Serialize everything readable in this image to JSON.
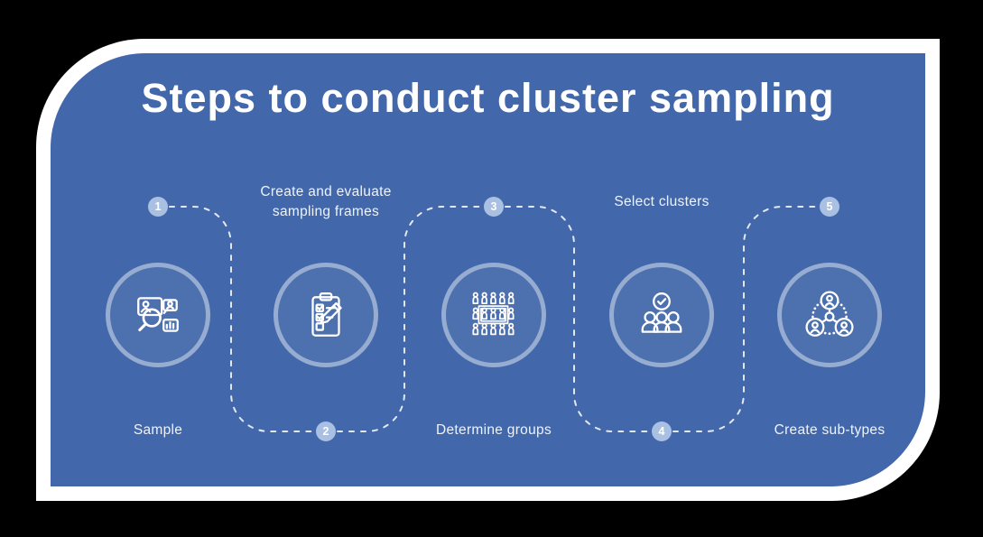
{
  "title": "Steps to conduct cluster sampling",
  "colors": {
    "outer_background": "#000000",
    "card_frame": "#ffffff",
    "panel_blue": "#4268ab",
    "circle_ring": "rgba(255,255,255,0.42)",
    "badge_fill": "#aac0e2",
    "text": "#eef3fb",
    "dashed_line": "rgba(255,255,255,0.85)"
  },
  "steps": [
    {
      "number": "1",
      "label": "Sample",
      "icon": "sample-search-icon",
      "badge_position": "top",
      "label_position": "bottom"
    },
    {
      "number": "2",
      "label": "Create and evaluate sampling frames",
      "icon": "clipboard-checklist-icon",
      "badge_position": "bottom",
      "label_position": "top"
    },
    {
      "number": "3",
      "label": "Determine groups",
      "icon": "people-grid-icon",
      "badge_position": "top",
      "label_position": "bottom"
    },
    {
      "number": "4",
      "label": "Select clusters",
      "icon": "group-check-icon",
      "badge_position": "bottom",
      "label_position": "top"
    },
    {
      "number": "5",
      "label": "Create sub-types",
      "icon": "cluster-network-icon",
      "badge_position": "top",
      "label_position": "bottom"
    }
  ]
}
